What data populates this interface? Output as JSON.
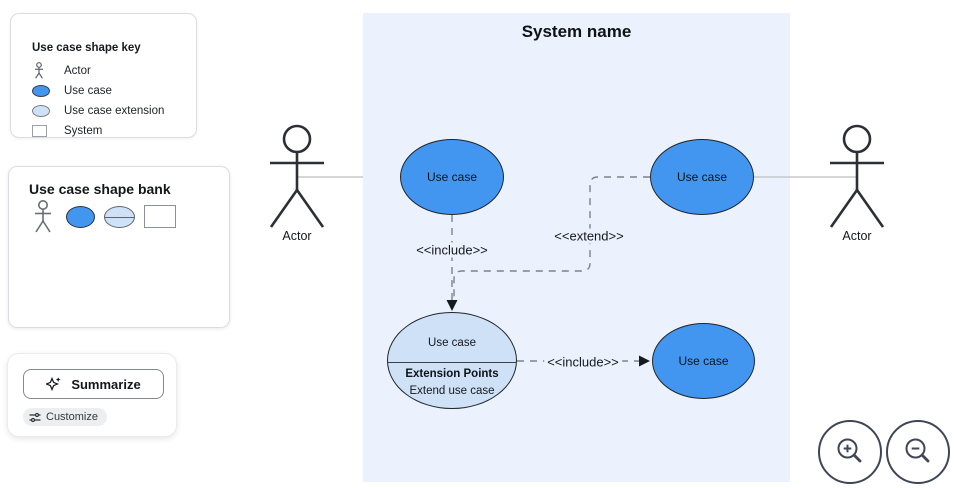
{
  "shape_key": {
    "title": "Use case shape key",
    "items": [
      {
        "icon": "actor-icon",
        "label": "Actor"
      },
      {
        "icon": "use-case-icon",
        "label": "Use case"
      },
      {
        "icon": "use-case-extension-icon",
        "label": "Use case extension"
      },
      {
        "icon": "system-icon",
        "label": "System"
      }
    ]
  },
  "shape_bank": {
    "title": "Use case shape bank"
  },
  "actions": {
    "summarize": "Summarize",
    "customize": "Customize"
  },
  "diagram": {
    "system_title": "System name",
    "actors": {
      "left": "Actor",
      "right": "Actor"
    },
    "use_cases": {
      "top_left": "Use case",
      "top_right": "Use case",
      "bottom_right": "Use case"
    },
    "extension_use_case": {
      "title": "Use case",
      "section": "Extension Points",
      "entry": "Extend use case"
    },
    "labels": {
      "include_top": "<<include>>",
      "extend": "<<extend>>",
      "include_bottom": "<<include>>"
    }
  },
  "colors": {
    "use_case_fill": "#4296f0",
    "extension_fill": "#cfe1f7",
    "system_fill": "#ebf2fd"
  }
}
